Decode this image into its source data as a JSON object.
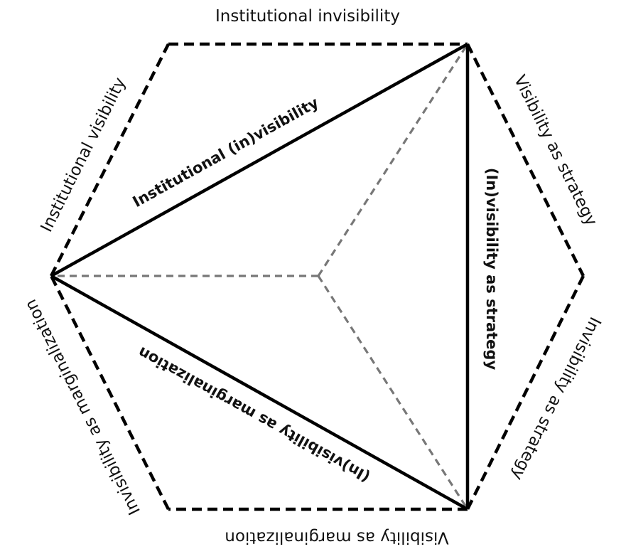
{
  "outer_labels": {
    "top": "Institutional invisibility",
    "upper_left": "Institutional visibility",
    "upper_right": "Visibility as strategy",
    "lower_right": "Invisibility as strategy",
    "bottom": "Visibility as marginalization",
    "lower_left": "Invisibility as marginalization"
  },
  "inner_labels": {
    "upper_left_side": "Institutional (in)visibility",
    "right_side": "(In)visibility  as strategy",
    "lower_side": "(In)visibility  as marginalization"
  }
}
